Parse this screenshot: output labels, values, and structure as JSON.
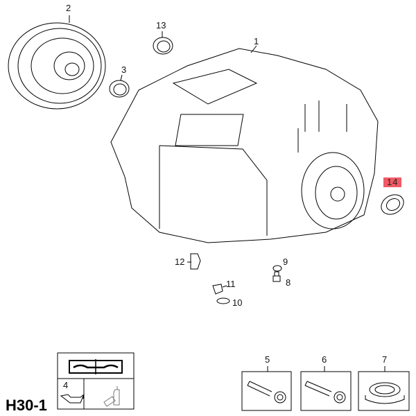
{
  "diagram_code": "H30-1",
  "callouts": {
    "c1": "1",
    "c2": "2",
    "c3": "3",
    "c4": "4",
    "c5": "5",
    "c6": "6",
    "c7": "7",
    "c8": "8",
    "c9": "9",
    "c10": "10",
    "c11": "11",
    "c12": "12",
    "c13": "13",
    "c14": "14"
  },
  "highlight_color": "#f05a64",
  "icons": [
    "manual-wrench-icon",
    "oil-can-icon",
    "sealant-bottle-icon"
  ]
}
